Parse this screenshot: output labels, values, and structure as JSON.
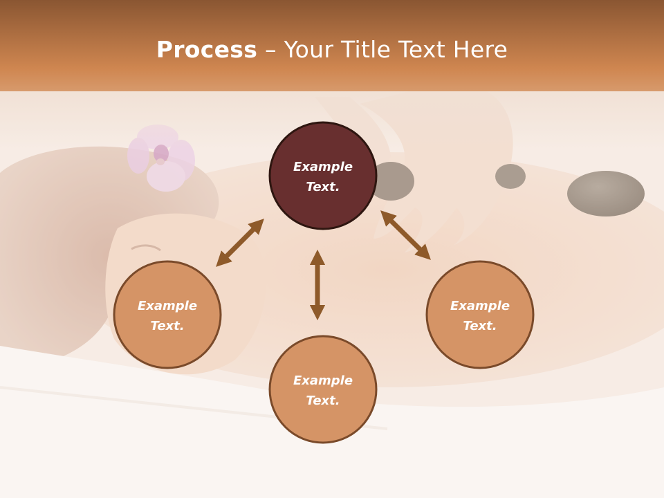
{
  "title": {
    "bold": "Process",
    "separator": " – ",
    "rest": "Your Title Text Here"
  },
  "colors": {
    "header_top": "#8a5632",
    "header_bottom": "#d08a55",
    "center_node": "#682f2f",
    "outer_node": "#d59466",
    "node_stroke": "#3d1e12",
    "outer_stroke": "#7a4a2a",
    "arrow": "#8e5a2a"
  },
  "nodes": [
    {
      "line1": "Example",
      "line2": "Text."
    },
    {
      "line1": "Example",
      "line2": "Text."
    },
    {
      "line1": "Example",
      "line2": "Text."
    },
    {
      "line1": "Example",
      "line2": "Text."
    }
  ]
}
